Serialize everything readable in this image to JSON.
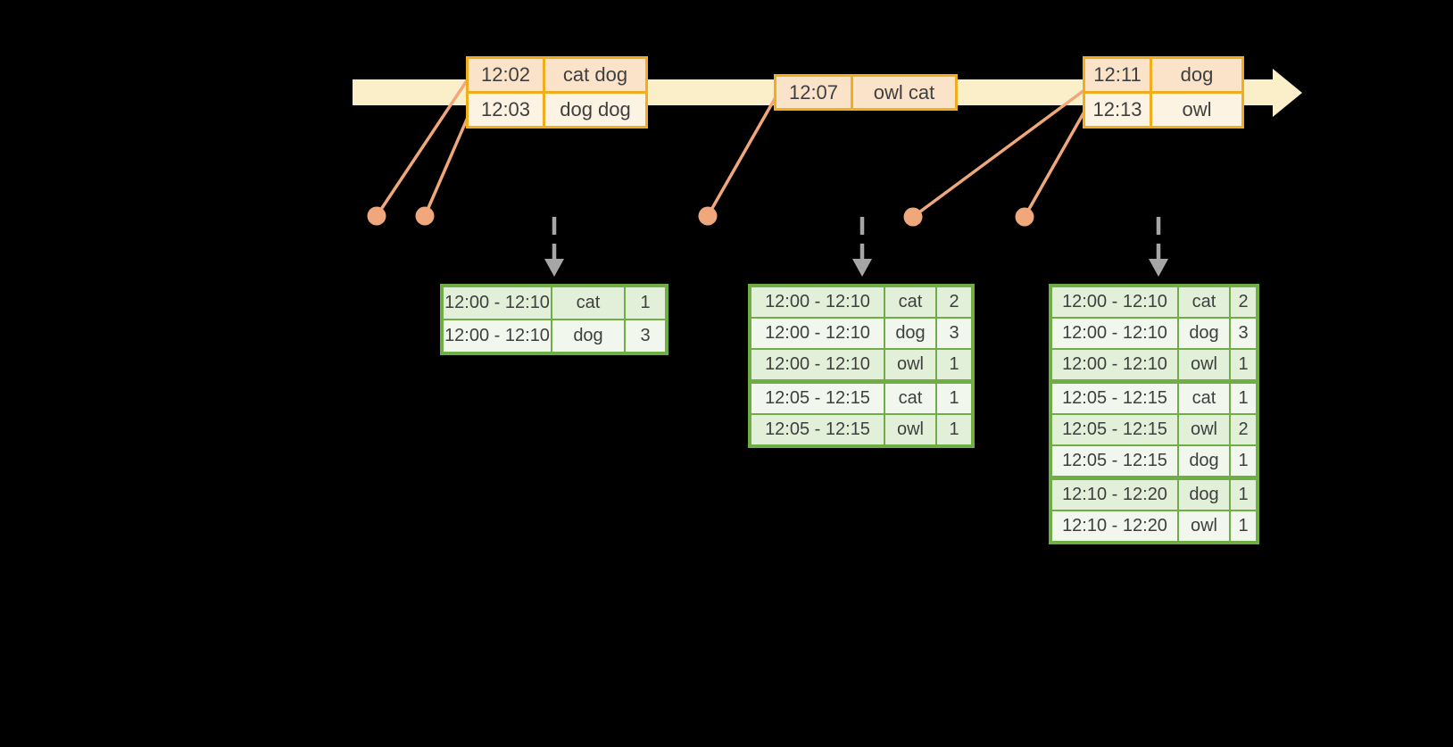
{
  "colors": {
    "background": "#000000",
    "timeline_fill": "#fbefc9",
    "event_border": "#f0ad1e",
    "event_row_dark": "#fae3c8",
    "event_row_light": "#fdf3e3",
    "result_border": "#6fae44",
    "result_row_dark": "#e2efd9",
    "result_row_light": "#f1f7ec",
    "dot_salmon": "#f0a77b",
    "dashed_arrow_gray": "#a6a6a6",
    "text": "#3f3f3f"
  },
  "event_tables": [
    {
      "rows": [
        [
          "12:02",
          "cat dog"
        ],
        [
          "12:03",
          "dog dog"
        ]
      ]
    },
    {
      "rows": [
        [
          "12:07",
          "owl cat"
        ]
      ]
    },
    {
      "rows": [
        [
          "12:11",
          "dog"
        ],
        [
          "12:13",
          "owl"
        ]
      ]
    }
  ],
  "result_tables": [
    {
      "rows": [
        [
          "12:00 - 12:10",
          "cat",
          "1"
        ],
        [
          "12:00 - 12:10",
          "dog",
          "3"
        ]
      ]
    },
    {
      "rows": [
        [
          "12:00 - 12:10",
          "cat",
          "2"
        ],
        [
          "12:00 - 12:10",
          "dog",
          "3"
        ],
        [
          "12:00 - 12:10",
          "owl",
          "1"
        ],
        [
          "12:05 - 12:15",
          "cat",
          "1"
        ],
        [
          "12:05 - 12:15",
          "owl",
          "1"
        ]
      ]
    },
    {
      "rows": [
        [
          "12:00 - 12:10",
          "cat",
          "2"
        ],
        [
          "12:00 - 12:10",
          "dog",
          "3"
        ],
        [
          "12:00 - 12:10",
          "owl",
          "1"
        ],
        [
          "12:05 - 12:15",
          "cat",
          "1"
        ],
        [
          "12:05 - 12:15",
          "owl",
          "2"
        ],
        [
          "12:05 - 12:15",
          "dog",
          "1"
        ],
        [
          "12:10 - 12:20",
          "dog",
          "1"
        ],
        [
          "12:10 - 12:20",
          "owl",
          "1"
        ]
      ]
    }
  ]
}
